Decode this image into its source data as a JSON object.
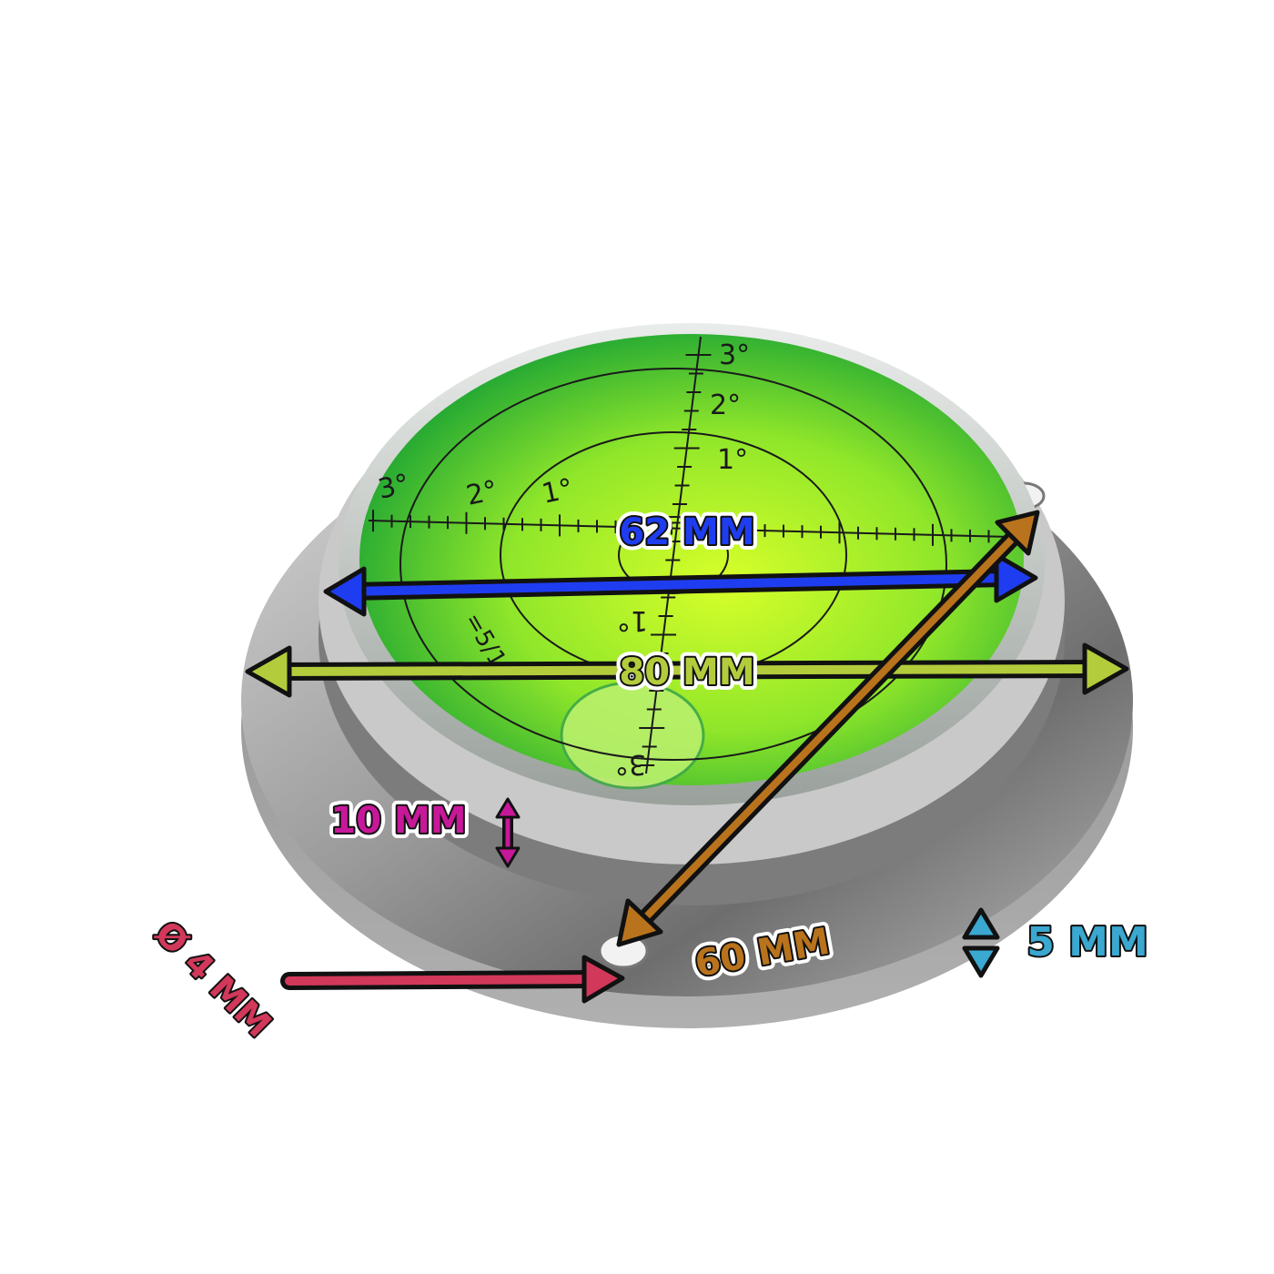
{
  "scale": {
    "top_labels": [
      "3°",
      "2°",
      "1°"
    ],
    "left_labels": [
      "3°",
      "2°",
      "1°"
    ],
    "bottom_labels": [
      "1°",
      "3°"
    ],
    "curve_text": "=5/1"
  },
  "dimensions": {
    "blue": {
      "text": "62 MM",
      "color": "#1f3df0"
    },
    "green": {
      "text": "80 MM",
      "color": "#b3cc3c"
    },
    "orange": {
      "text": "60 MM",
      "color": "#b9731c"
    },
    "magenta": {
      "text": "10 MM",
      "color": "#c8189a"
    },
    "cyan": {
      "text": "5 MM",
      "color": "#3aa8d0"
    },
    "red": {
      "text": "Ø 4 MM",
      "color": "#d2385a"
    }
  }
}
